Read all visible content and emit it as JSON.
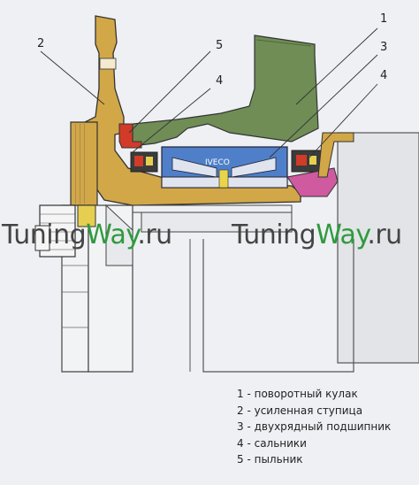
{
  "callouts": [
    {
      "id": "c1",
      "label": "1"
    },
    {
      "id": "c2",
      "label": "2"
    },
    {
      "id": "c3",
      "label": "3"
    },
    {
      "id": "c4a",
      "label": "4"
    },
    {
      "id": "c4b",
      "label": "4"
    },
    {
      "id": "c5",
      "label": "5"
    }
  ],
  "bearing_label": "IVECO",
  "watermark": {
    "part1": "Tuning",
    "part2": "Way",
    "part3": ".ru"
  },
  "legend": [
    "1 - поворотный кулак",
    "2 - усиленная ступица",
    "3 - двухрядный подшипник",
    "4 - сальники",
    "5 - пыльник"
  ],
  "colors": {
    "knuckle": "#6f8d55",
    "hub": "#d2a748",
    "bearing": "#4f7fc8",
    "seal": "#d23b28",
    "boot": "#cf5aa0",
    "background": "#eef0f3"
  }
}
